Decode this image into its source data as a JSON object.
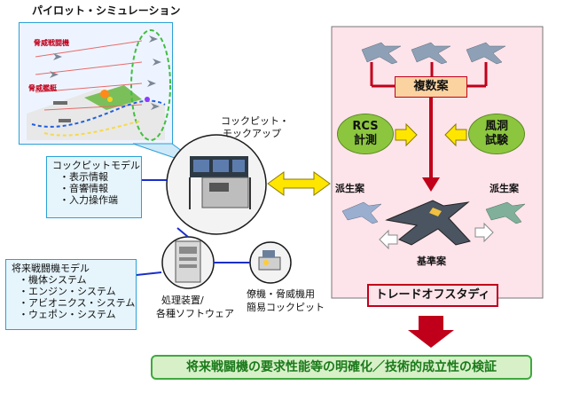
{
  "pilot_sim": {
    "title": "パイロット・シミュレーション",
    "label_threat_fighter": "脅威戦闘機",
    "label_threat_ship": "脅威艦艇"
  },
  "cockpit": {
    "mockup_label_line1": "コックピット・",
    "mockup_label_line2": "モックアップ",
    "model_box": {
      "title": "コックピットモデル",
      "items": [
        "・表示情報",
        "・音響情報",
        "・入力操作端"
      ]
    }
  },
  "future_fighter_model": {
    "title": "将来戦闘機モデル",
    "items": [
      "・機体システム",
      "・エンジン・システム",
      "・アビオニクス・システム",
      "・ウェポン・システム"
    ]
  },
  "processor": {
    "line1": "処理装置/",
    "line2": "各種ソフトウェア"
  },
  "simple_cockpit": {
    "line1": "僚機・脅威機用",
    "line2": "簡易コックピット"
  },
  "panel": {
    "multi_plan": "複数案",
    "rcs_line1": "RCS",
    "rcs_line2": "計測",
    "wind_line1": "風洞",
    "wind_line2": "試験",
    "derived_left": "派生案",
    "derived_right": "派生案",
    "baseline": "基準案",
    "trade_off": "トレードオフスタディ"
  },
  "conclusion": "将来戦闘機の要求性能等の明確化／技術的成立性の検証",
  "colors": {
    "pink_panel": "#fde3ea",
    "red_arrow": "#c0001a",
    "green_bubble": "#8cc63f",
    "orange_box": "#fbd3a1",
    "yellow_arrow": "#ffe600",
    "light_blue_box": "#e6f5fc",
    "conclusion_bg": "#d7f0c8"
  }
}
